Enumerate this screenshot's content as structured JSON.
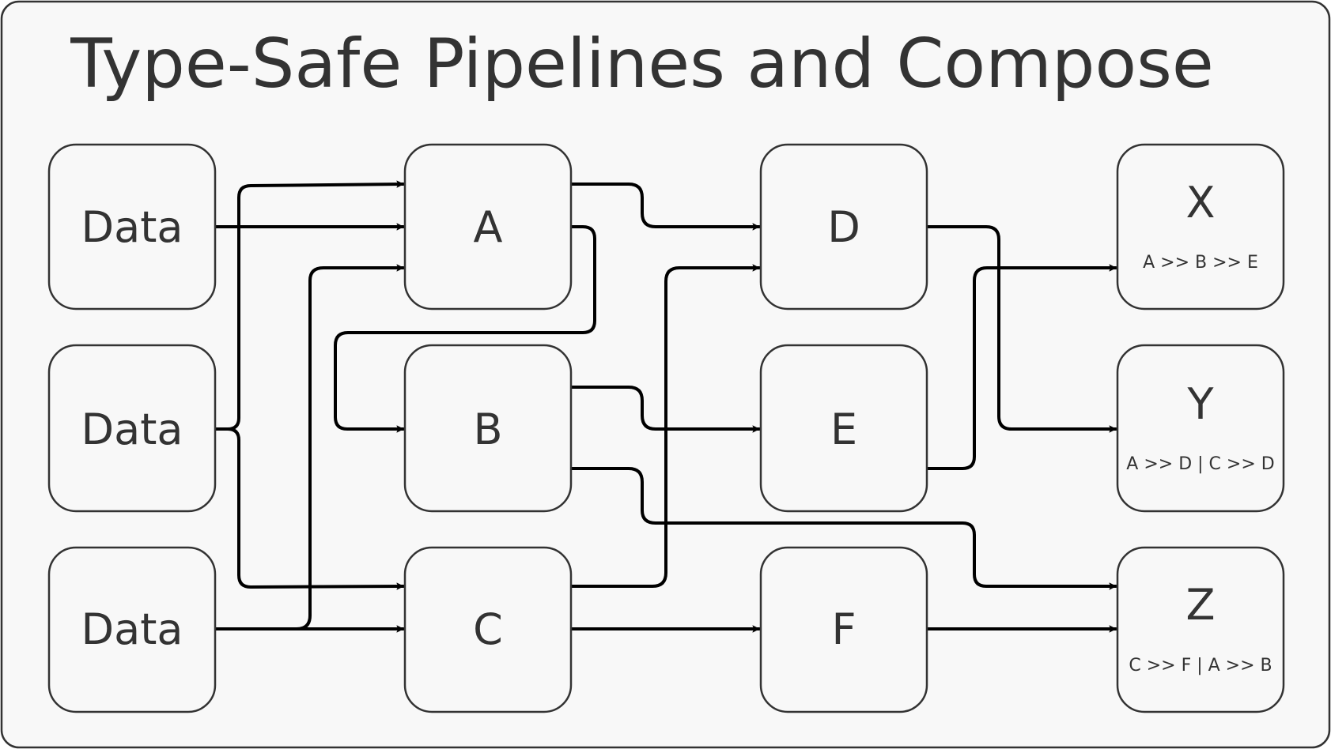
{
  "title": "Type-Safe Pipelines and Compose",
  "nodes": [
    {
      "id": "data1",
      "label": "Data",
      "sub": ""
    },
    {
      "id": "data2",
      "label": "Data",
      "sub": ""
    },
    {
      "id": "data3",
      "label": "Data",
      "sub": ""
    },
    {
      "id": "A",
      "label": "A",
      "sub": ""
    },
    {
      "id": "B",
      "label": "B",
      "sub": ""
    },
    {
      "id": "C",
      "label": "C",
      "sub": ""
    },
    {
      "id": "D",
      "label": "D",
      "sub": ""
    },
    {
      "id": "E",
      "label": "E",
      "sub": ""
    },
    {
      "id": "F",
      "label": "F",
      "sub": ""
    },
    {
      "id": "X",
      "label": "X",
      "sub": "A >> B >> E"
    },
    {
      "id": "Y",
      "label": "Y",
      "sub": "A >> D | C >> D"
    },
    {
      "id": "Z",
      "label": "Z",
      "sub": "C >> F | A >> B"
    }
  ],
  "edges": [
    {
      "from": "data1",
      "to": "A"
    },
    {
      "from": "data2",
      "to": "A"
    },
    {
      "from": "data2",
      "to": "C"
    },
    {
      "from": "data3",
      "to": "C"
    },
    {
      "from": "data3",
      "to": "A"
    },
    {
      "from": "A",
      "to": "D"
    },
    {
      "from": "A",
      "to": "B"
    },
    {
      "from": "B",
      "to": "E"
    },
    {
      "from": "B",
      "to": "Z"
    },
    {
      "from": "C",
      "to": "F"
    },
    {
      "from": "C",
      "to": "D"
    },
    {
      "from": "D",
      "to": "Y"
    },
    {
      "from": "E",
      "to": "X"
    },
    {
      "from": "F",
      "to": "Z"
    }
  ],
  "colors": {
    "background": "#f8f8f8",
    "border": "#333333",
    "edge": "#000000",
    "text": "#333333"
  }
}
